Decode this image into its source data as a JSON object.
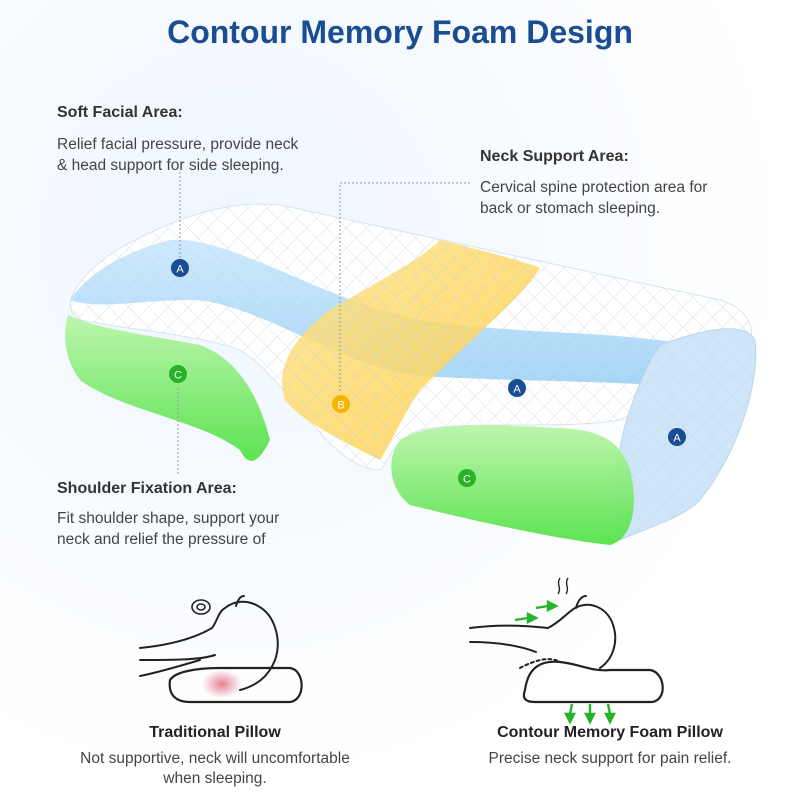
{
  "title": "Contour Memory Foam Design",
  "areas": {
    "soft_facial": {
      "heading": "Soft Facial Area:",
      "line1": "Relief facial pressure, provide neck",
      "line2": "& head support for side sleeping."
    },
    "neck_support": {
      "heading": "Neck Support Area:",
      "line1": "Cervical spine protection area for",
      "line2": "back or stomach sleeping."
    },
    "shoulder_fixation": {
      "heading": "Shoulder Fixation Area:",
      "line1": "Fit shoulder shape, support your",
      "line2": "neck and relief the pressure of"
    }
  },
  "markers": {
    "a": "A",
    "b": "B",
    "c": "C"
  },
  "comparison": {
    "traditional": {
      "heading": "Traditional Pillow",
      "line1": "Not supportive, neck will uncomfortable",
      "line2": "when sleeping."
    },
    "contour": {
      "heading": "Contour Memory Foam Pillow",
      "line1": "Precise neck support for pain relief."
    }
  },
  "colors": {
    "title": "#1a4d91",
    "marker_a": "#1a4d91",
    "marker_b": "#f5b400",
    "marker_c": "#27b227"
  }
}
